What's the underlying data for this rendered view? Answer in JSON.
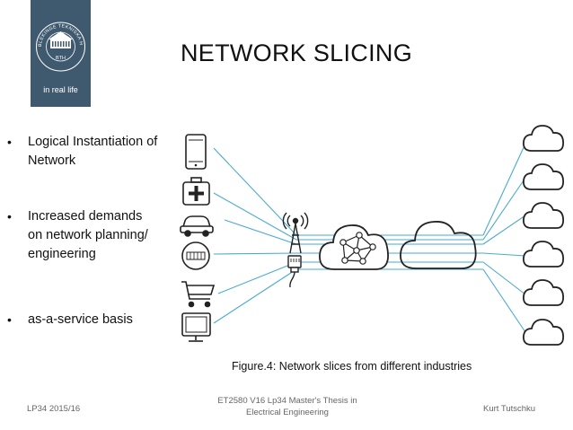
{
  "logo": {
    "ring_text": "BLEKINGE TEKNISKA HÖGSKOLA",
    "abbrev": "BTH",
    "tagline": "in real life"
  },
  "title": "NETWORK SLICING",
  "bullets": [
    {
      "text": "Logical Instantiation of Network"
    },
    {
      "text": "Increased demands on network planning/ engineering"
    },
    {
      "text": "as-a-service basis"
    }
  ],
  "figure": {
    "device_icons": [
      "smartphone-icon",
      "medical-kit-icon",
      "car-icon",
      "meter-icon",
      "shopping-cart-icon",
      "monitor-icon"
    ],
    "node_icons": [
      "antenna-icon",
      "ethernet-plug-icon",
      "network-mesh-cloud-icon",
      "core-cloud-icon"
    ],
    "slice_clouds": 6,
    "line_color": "#4aaad0",
    "icon_color": "#222222",
    "caption": "Figure.4: Network slices from different industries"
  },
  "footer": {
    "left": "LP34 2015/16",
    "center": "ET2580 V16 Lp34 Master's Thesis in Electrical Engineering",
    "right": "Kurt Tutschku"
  },
  "colors": {
    "logo_bg": "#3f5a6f",
    "text": "#111111",
    "footer_text": "#666666"
  }
}
